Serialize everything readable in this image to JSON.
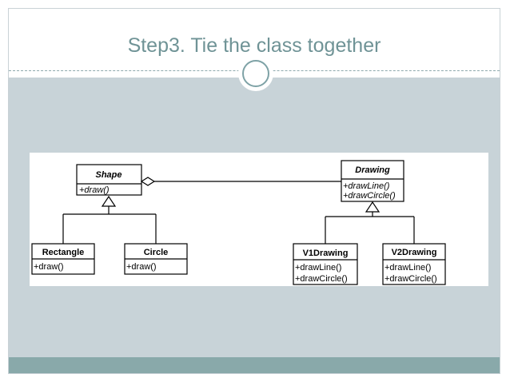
{
  "slide": {
    "title": "Step3. Tie the class together"
  },
  "diagram": {
    "classes": {
      "shape": {
        "name": "Shape",
        "method": "+draw()"
      },
      "drawing": {
        "name": "Drawing",
        "methods": [
          "+drawLine()",
          "+drawCircle()"
        ]
      },
      "rectangle": {
        "name": "Rectangle",
        "method": "+draw()"
      },
      "circle": {
        "name": "Circle",
        "method": "+draw()"
      },
      "v1drawing": {
        "name": "V1Drawing",
        "methods": [
          "+drawLine()",
          "+drawCircle()"
        ]
      },
      "v2drawing": {
        "name": "V2Drawing",
        "methods": [
          "+drawLine()",
          "+drawCircle()"
        ]
      }
    }
  }
}
